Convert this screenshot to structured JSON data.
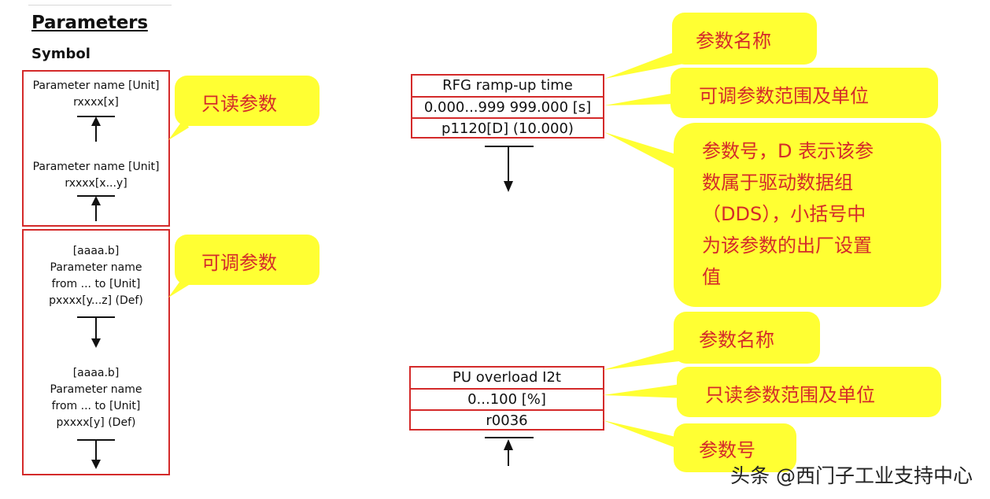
{
  "header": {
    "title": "Parameters",
    "subtitle": "Symbol"
  },
  "readonly_box": {
    "entries": [
      {
        "line1": "Parameter name [Unit]",
        "line2": "rxxxx[x]"
      },
      {
        "line1": "Parameter name [Unit]",
        "line2": "rxxxx[x...y]"
      }
    ]
  },
  "adjustable_box": {
    "entries": [
      {
        "line1": "[aaaa.b]",
        "line2": "Parameter name",
        "line3": "from ... to [Unit]",
        "line4": "pxxxx[y...z] (Def)"
      },
      {
        "line1": "[aaaa.b]",
        "line2": "Parameter name",
        "line3": "from ... to [Unit]",
        "line4": "pxxxx[y] (Def)"
      }
    ]
  },
  "example1": {
    "name": "RFG ramp-up time",
    "range": "0.000...999 999.000 [s]",
    "number": "p1120[D] (10.000)"
  },
  "example2": {
    "name": "PU overload I2t",
    "range": "0...100 [%]",
    "number": "r0036"
  },
  "callouts": {
    "readonly": "只读参数",
    "adjustable": "可调参数",
    "name1": "参数名称",
    "range1": "可调参数范围及单位",
    "number1_lines": [
      "参数号，D 表示该参",
      "数属于驱动数据组",
      "（DDS），小括号中",
      "为该参数的出厂设置",
      "值"
    ],
    "name2": "参数名称",
    "range2": "只读参数范围及单位",
    "number2": "参数号"
  },
  "watermark": "头条 @西门子工业支持中心",
  "colors": {
    "callout_fill": "#ffff33",
    "callout_text": "#d42a2a",
    "box_border": "#d42a2a"
  }
}
